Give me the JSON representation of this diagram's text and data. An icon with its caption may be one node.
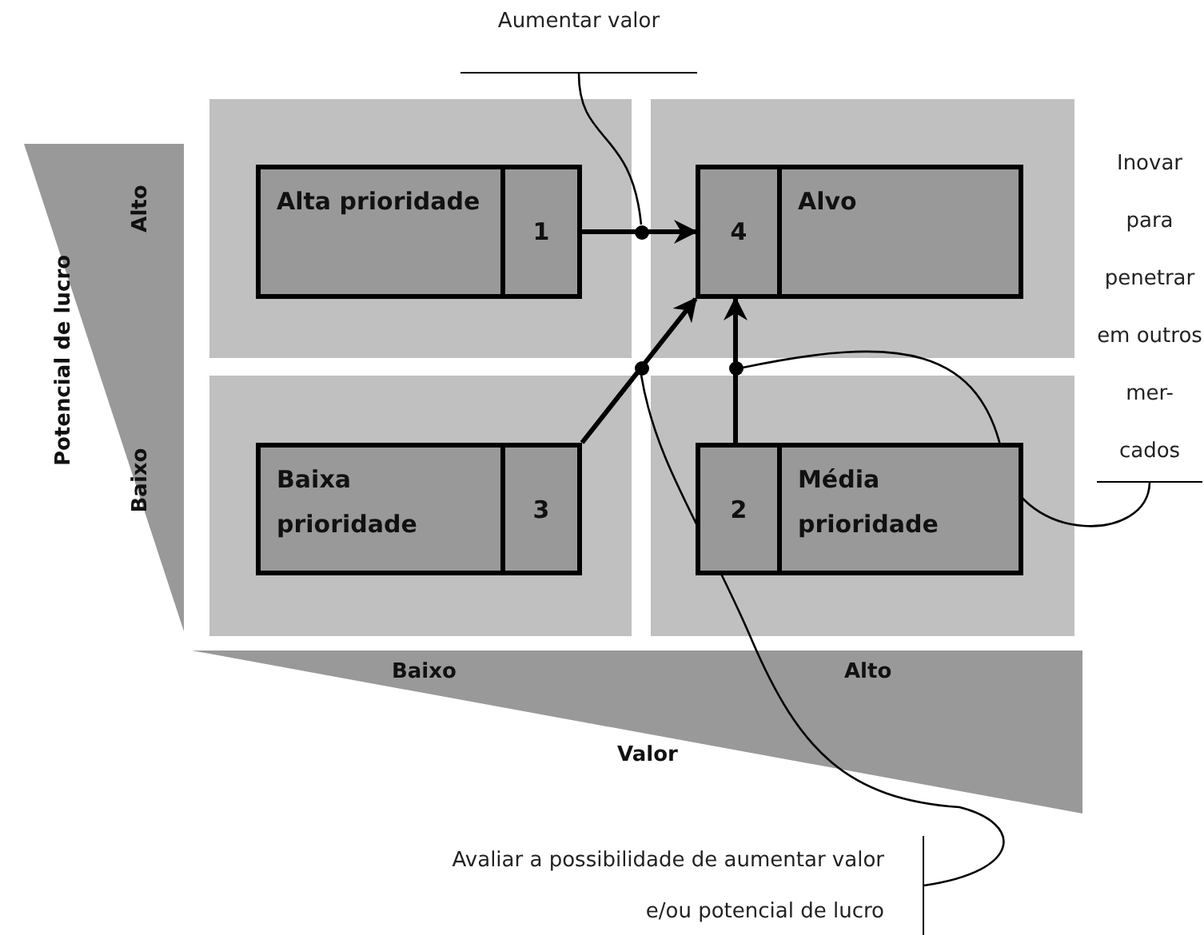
{
  "diagram": {
    "nodes": [
      {
        "text": [
          "Alta prioridade",
          "1"
        ]
      },
      {
        "text": [
          "4",
          "Alvo"
        ]
      },
      {
        "text": [
          "Baixa prioridade",
          "3"
        ]
      },
      {
        "text": [
          "2",
          "Média prioridade"
        ]
      },
      {
        "text": [
          "Aumentar valor"
        ]
      },
      {
        "text": [
          "Inovar para penetrar em outros mer- cados"
        ]
      },
      {
        "text": [
          "Avaliar a possibilidade de aumentar valor e/ou potencial de lucro"
        ]
      },
      {
        "text": [],
        "shape": "circle"
      },
      {
        "text": [],
        "shape": "circle"
      },
      {
        "text": [],
        "shape": "circle"
      }
    ],
    "edges": [
      {
        "from": 0,
        "to": 1,
        "arrow": "to",
        "style": "thick"
      },
      {
        "from": 2,
        "to": 1,
        "arrow": "to",
        "style": "thick"
      },
      {
        "from": 3,
        "to": 1,
        "arrow": "to",
        "style": "thick"
      },
      {
        "from": 4,
        "to": 7,
        "arrow": "none"
      },
      {
        "from": 5,
        "to": 8,
        "arrow": "none"
      },
      {
        "from": 6,
        "to": 9,
        "arrow": "none"
      }
    ],
    "labels": [
      "Potencial de lucro",
      "Alto",
      "Baixo",
      "Baixo",
      "Alto",
      "Valor"
    ]
  }
}
